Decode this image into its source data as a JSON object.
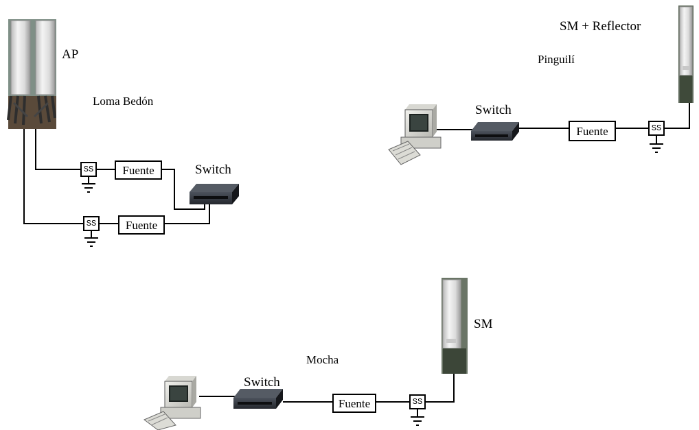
{
  "sites": {
    "loma_bedon": {
      "name": "Loma Bedón",
      "ap_label": "AP",
      "switch_label": "Switch",
      "supply_label_1": "Fuente",
      "supply_label_2": "Fuente",
      "protector_label_1": "SS",
      "protector_label_2": "SS"
    },
    "pinguili": {
      "name": "Pinguilí",
      "sm_label": "SM  + Reflector",
      "switch_label": "Switch",
      "supply_label": "Fuente",
      "protector_label": "SS"
    },
    "mocha": {
      "name": "Mocha",
      "sm_label": "SM",
      "switch_label": "Switch",
      "supply_label": "Fuente",
      "protector_label": "SS"
    }
  },
  "colors": {
    "line": "#000000",
    "background": "#ffffff",
    "switch_body": "#2b2f36",
    "antenna_body": "#e6e6e6"
  }
}
